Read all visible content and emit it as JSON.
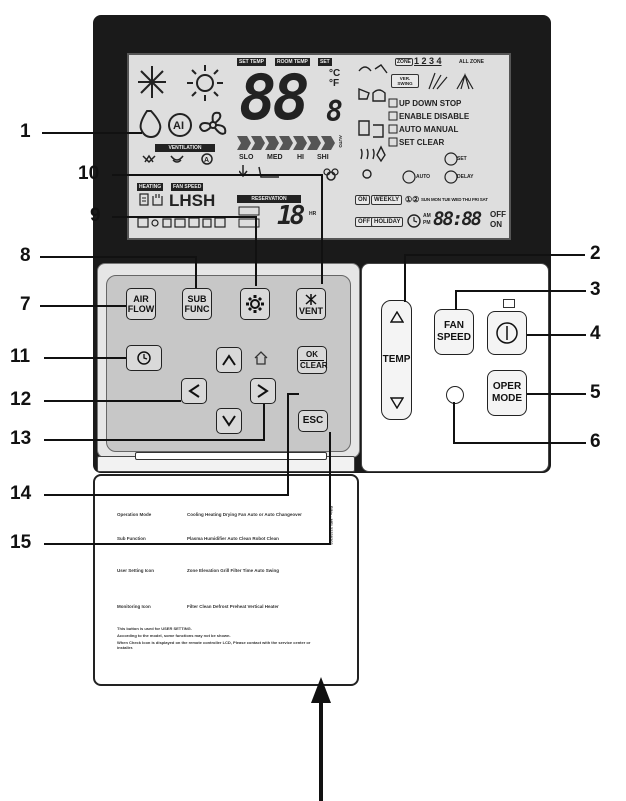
{
  "callouts": {
    "n1": "1",
    "n2": "2",
    "n3": "3",
    "n4": "4",
    "n5": "5",
    "n6": "6",
    "n7": "7",
    "n8": "8",
    "n9": "9",
    "n10": "10",
    "n11": "11",
    "n12": "12",
    "n13": "13",
    "n14": "14",
    "n15": "15"
  },
  "lcd": {
    "set_temp": "SET TEMP",
    "room_temp": "ROOM TEMP",
    "set": "SET",
    "digits": "88",
    "digit_small": "8",
    "deg_c": "°C",
    "deg_f": "°F",
    "ventilation": "VENTILATION",
    "fan_speeds": [
      "SLO",
      "MED",
      "HI",
      "SHI"
    ],
    "auto": "AUTO",
    "zone_label": "ZONE",
    "zone_nums": "1 2 3 4",
    "all_zone": "ALL ZONE",
    "vertical_swing": "VER. SWING",
    "up_down_stop": "UP DOWN STOP",
    "enable_disable": "ENABLE DISABLE",
    "auto_manual": "AUTO MANUAL",
    "set_clear": "SET CLEAR",
    "set_small": "SET",
    "delay": "DELAY",
    "auto_small": "AUTO",
    "heating": "HEATING",
    "fan_speed_lcd": "FAN SPEED",
    "lhsh": "LHSH",
    "reservation": "RESERVATION",
    "on": "ON",
    "off": "OFF",
    "weekly": "WEEKLY",
    "holiday": "HOLIDAY",
    "days": "SUN MON TUE WED THU FRI SAT",
    "am": "AM",
    "pm": "PM",
    "clock": "88:88",
    "off_on_top": "OFF",
    "off_on_bottom": "ON",
    "res_digits": "18",
    "hr": "HR"
  },
  "buttons": {
    "air_flow": [
      "AIR",
      "FLOW"
    ],
    "sub_func": [
      "SUB",
      "FUNC"
    ],
    "vent": "VENT",
    "ok": "OK",
    "clear": "CLEAR",
    "esc": "ESC",
    "temp": "TEMP",
    "fan_speed": [
      "FAN",
      "SPEED"
    ],
    "oper_mode": [
      "OPER",
      "MODE"
    ]
  },
  "card": {
    "rows": [
      "Operation Mode",
      "Sub Function",
      "User Setting Icon",
      "Monitoring Icon"
    ],
    "row1_items": "Cooling  Heating  Drying  Fan  Auto or Auto Changeover",
    "row2_items": "Plasma  Humidifier  Auto Clean  Robot Clean",
    "row3_items": "Zone  Elevation Grill  Filter  Time  Auto Swing",
    "row4_items": "Filter Clean  Defrost  Preheat  Vertical Heater",
    "note1": "This button is used for USER SETTING.",
    "note2": "According to the model, some functions may not be shown.",
    "note3": "When Check Icon is displayed on the remote controller LCD, Please contact with the service center or installer.",
    "side_text": "P/No.: MFL32338203"
  }
}
